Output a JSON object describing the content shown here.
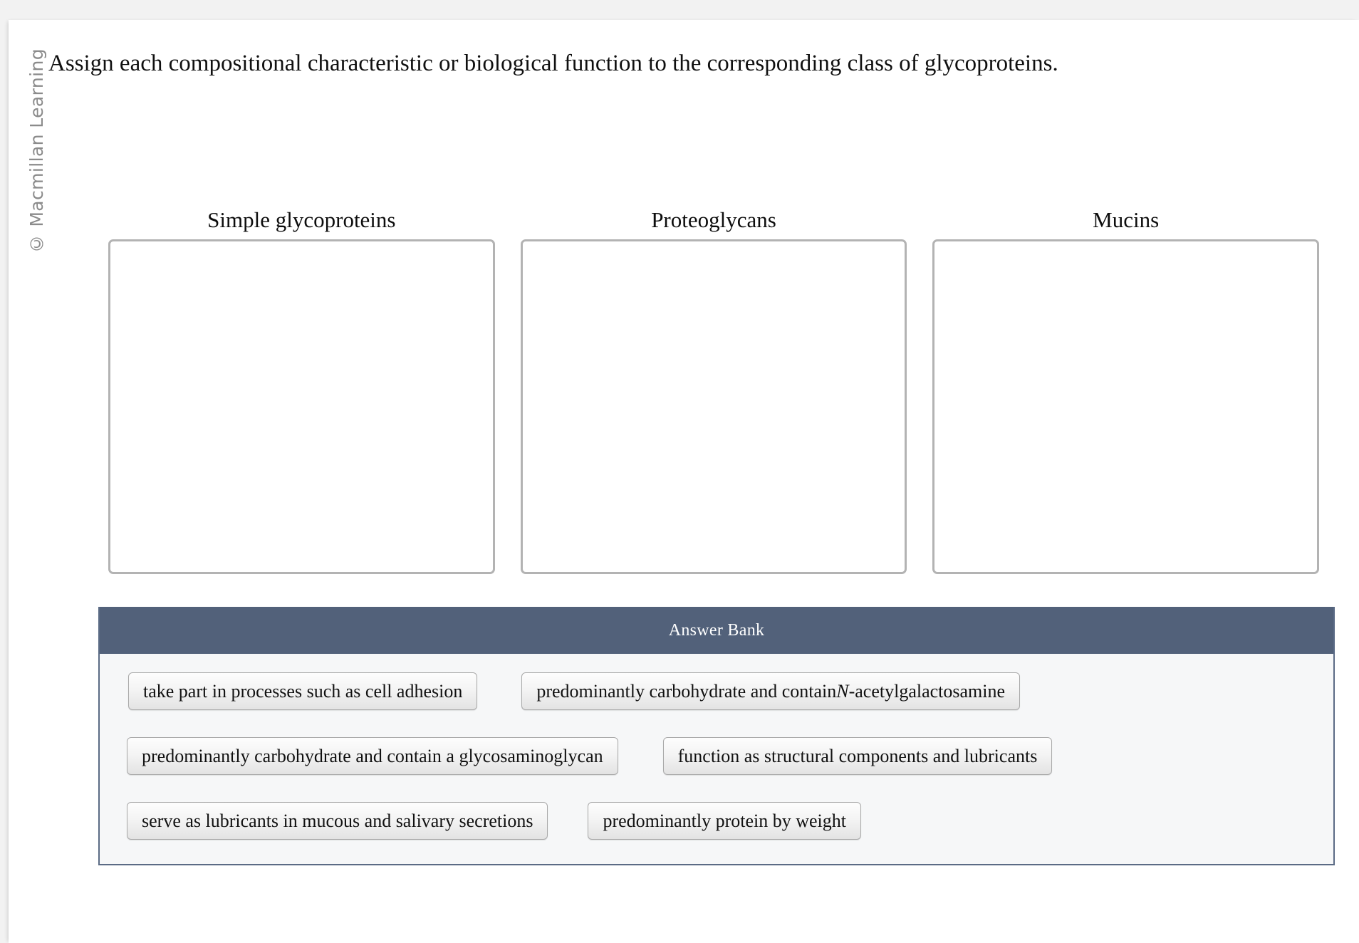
{
  "watermark": {
    "text": "© Macmillan Learning"
  },
  "prompt": {
    "text": "Assign each compositional characteristic or biological function to the corresponding class of glycoproteins."
  },
  "zones": [
    {
      "title": "Simple glycoproteins",
      "items": []
    },
    {
      "title": "Proteoglycans",
      "items": []
    },
    {
      "title": "Mucins",
      "items": []
    }
  ],
  "answer_bank": {
    "header_label": "Answer Bank",
    "rows": [
      [
        {
          "text": "take part in processes such as cell adhesion"
        },
        {
          "text_before": "predominantly carbohydrate and contain ",
          "italic": "N",
          "text_after": "-acetylgalactosamine"
        }
      ],
      [
        {
          "text": "predominantly carbohydrate and contain a glycosaminoglycan"
        },
        {
          "text": "function as structural components and lubricants"
        }
      ],
      [
        {
          "text": "serve as lubricants in mucous and salivary secretions"
        },
        {
          "text": "predominantly protein by weight"
        }
      ]
    ]
  },
  "colors": {
    "page_background": "#f2f2f2",
    "card_background": "#ffffff",
    "zone_border": "#b3b3b3",
    "bank_header_background": "#52617a",
    "bank_header_text": "#ffffff",
    "bank_body_background": "#f6f7f8",
    "bank_border": "#5b6b85",
    "chip_border": "#a9a9a9",
    "watermark_text": "#8b8b8b",
    "body_text": "#101010"
  }
}
